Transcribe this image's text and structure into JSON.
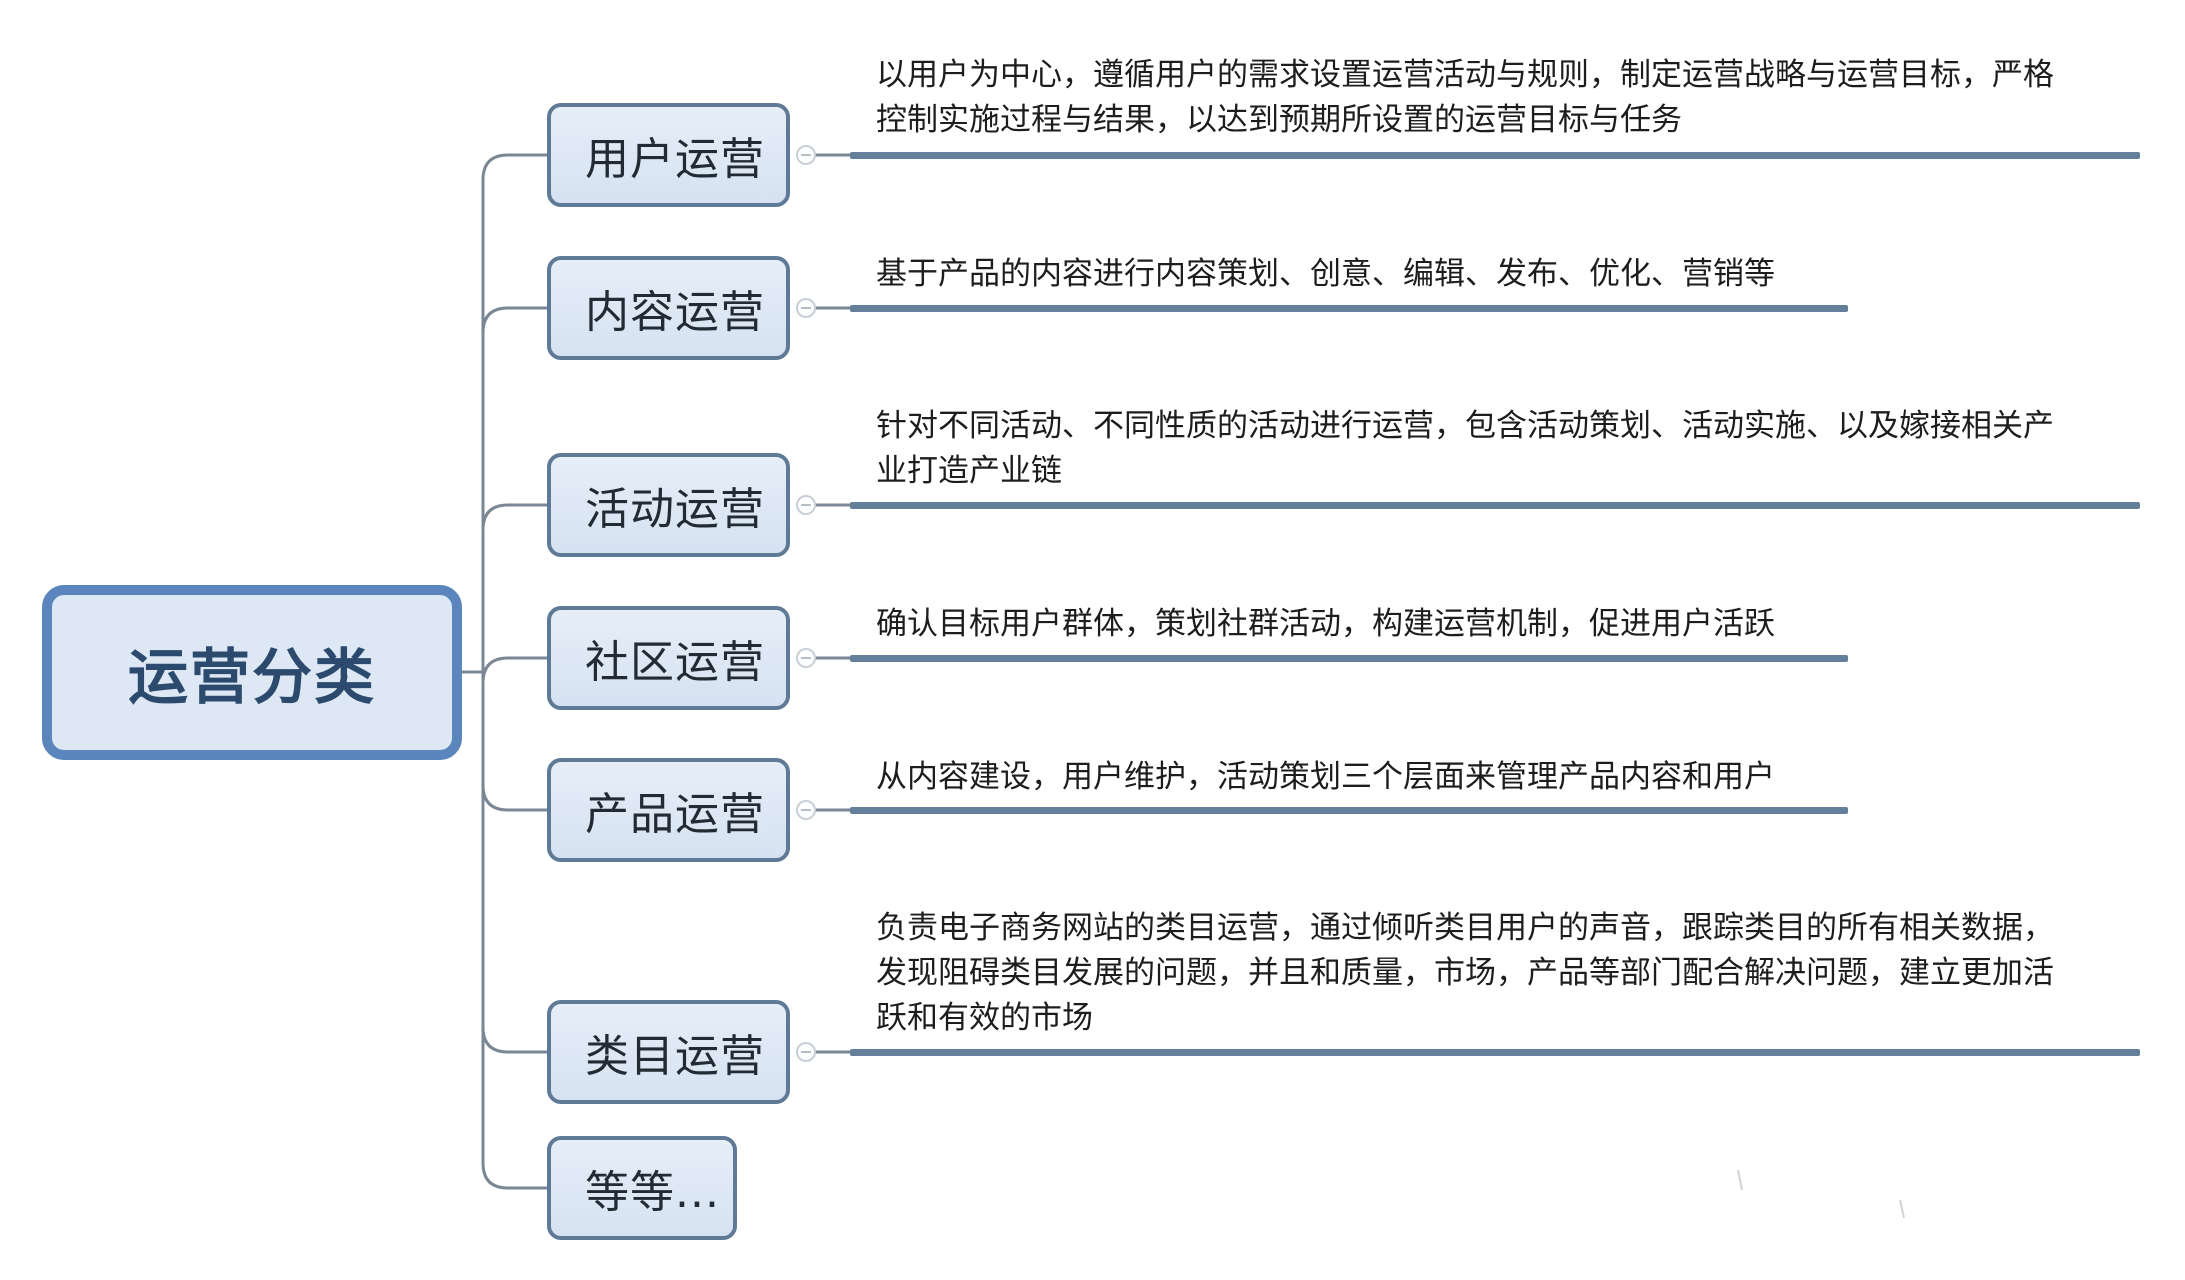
{
  "root": {
    "label": "运营分类"
  },
  "branches": [
    {
      "label": "用户运营",
      "description": "以用户为中心，遵循用户的需求设置运营活动与规则，制定运营战略与运营目标，严格\n控制实施过程与结果，以达到预期所设置的运营目标与任务"
    },
    {
      "label": "内容运营",
      "description": "基于产品的内容进行内容策划、创意、编辑、发布、优化、营销等"
    },
    {
      "label": "活动运营",
      "description": "针对不同活动、不同性质的活动进行运营，包含活动策划、活动实施、以及嫁接相关产\n业打造产业链"
    },
    {
      "label": "社区运营",
      "description": "确认目标用户群体，策划社群活动，构建运营机制，促进用户活跃"
    },
    {
      "label": "产品运营",
      "description": "从内容建设，用户维护，活动策划三个层面来管理产品内容和用户"
    },
    {
      "label": "类目运营",
      "description": "负责电子商务网站的类目运营，通过倾听类目用户的声音，跟踪类目的所有相关数据，\n发现阻碍类目发展的问题，并且和质量，市场，产品等部门配合解决问题，建立更加活\n跃和有效的市场"
    },
    {
      "label": "等等..."
    }
  ],
  "colors": {
    "root_border": "#5b86bd",
    "node_fill": "#dde8f4",
    "node_border": "#5f7a96",
    "connector": "#7b8794",
    "underline": "#647f99",
    "text": "#1d1d1d"
  }
}
